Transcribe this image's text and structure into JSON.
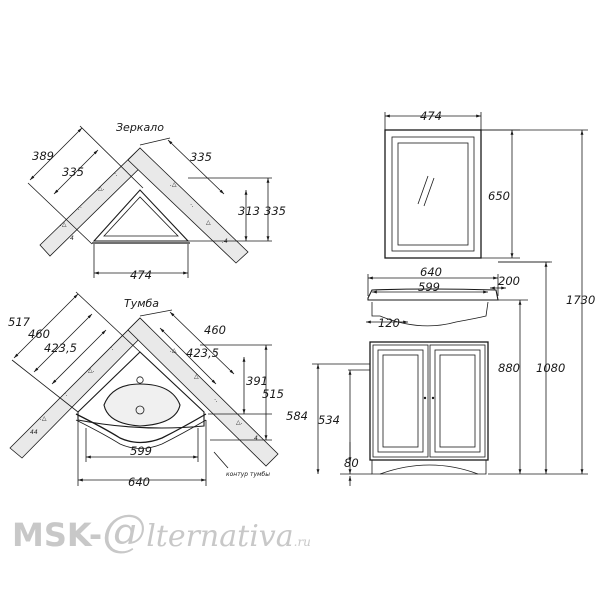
{
  "titles": {
    "mirror": "Зеркало",
    "cabinet": "Тумба",
    "contour": "контур тумбы"
  },
  "mirror_plan": {
    "d389": "389",
    "d335a": "335",
    "d335b": "335",
    "d313": "313",
    "d335c": "335",
    "d474": "474"
  },
  "cabinet_plan": {
    "d517": "517",
    "d460a": "460",
    "d423a": "423,5",
    "d460b": "460",
    "d423b": "423,5",
    "d391": "391",
    "d515": "515",
    "d599": "599",
    "d640": "640"
  },
  "front": {
    "d474": "474",
    "d650": "650",
    "d640": "640",
    "d599": "599",
    "d200": "200",
    "d120": "120",
    "d1730": "1730",
    "d880": "880",
    "d1080": "1080",
    "d584": "584",
    "d534": "534",
    "d80": "80"
  },
  "watermark": {
    "brand": "MSK-",
    "at": "@",
    "rest": "lternativa",
    "domain": ".ru"
  }
}
